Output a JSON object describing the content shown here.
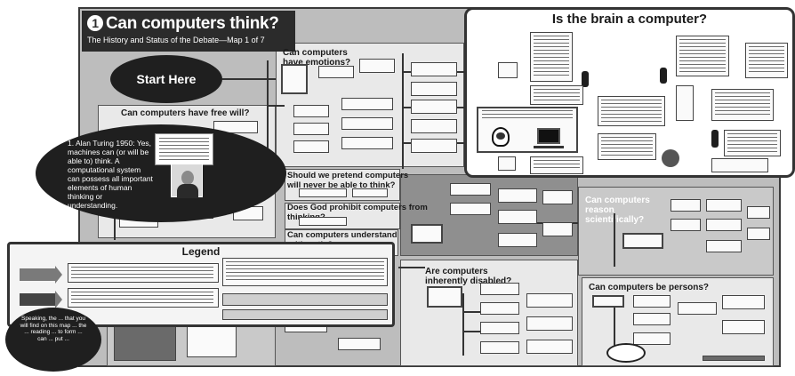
{
  "header": {
    "number": "1",
    "title": "Can computers think?",
    "subtitle": "The History and Status of the Debate—Map 1 of 7"
  },
  "start": {
    "label": "Start Here",
    "turing_claim": "1. Alan Turing 1950: Yes, machines can (or will be able to) think. A computational system can possess all important elements of human thinking or understanding."
  },
  "questions": {
    "free_will": "Can computers have free will?",
    "emotions": "Can computers have emotions?",
    "pretend": "Should we pretend computers will never be able to think?",
    "god": "Does God prohibit computers from thinking?",
    "arithmetic": "Can computers understand arithmetic?",
    "disabled": "Are computers inherently disabled?",
    "reason": "Can computers reason scientifically?",
    "persons": "Can computers be persons?"
  },
  "callout": {
    "title": "Is the brain a computer?"
  },
  "legend": {
    "title": "Legend"
  },
  "speaking": {
    "text": "Speaking, the ... that you will find on this map ... the ... reading ... to form ... can ... put ..."
  },
  "colors": {
    "ink": "#1f1f1f",
    "paper": "#ffffff",
    "map_background": "#bdbdbd"
  }
}
